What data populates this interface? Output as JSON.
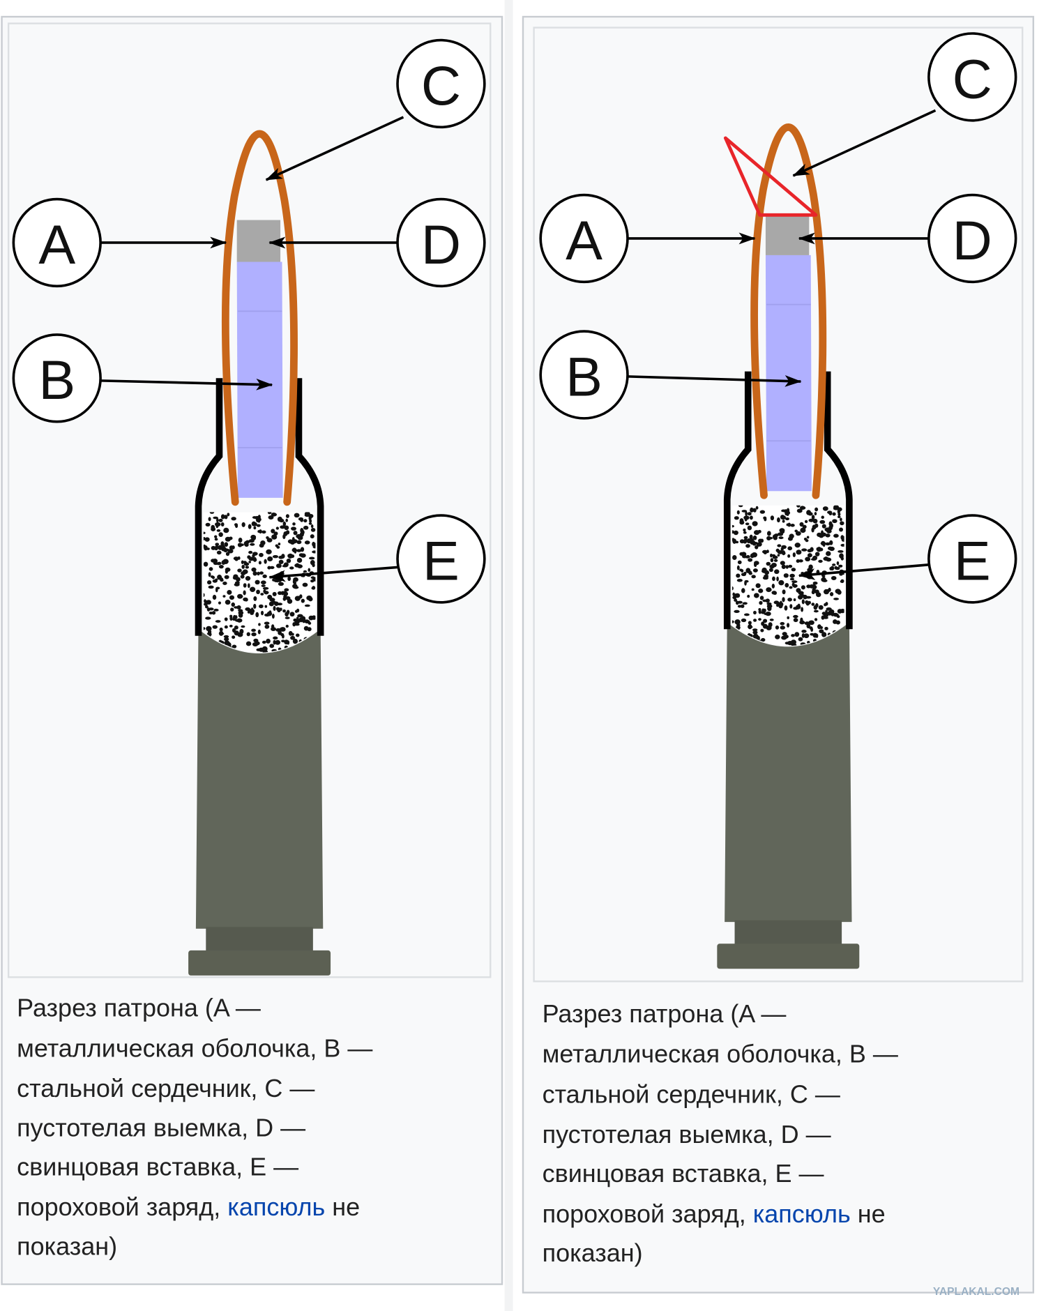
{
  "panels": [
    {
      "variant": "original",
      "labels": {
        "A": "A",
        "B": "B",
        "C": "C",
        "D": "D",
        "E": "E"
      },
      "caption": {
        "lines": [
          "Разрез патрона (A —",
          "металлическая оболочка, B —",
          "стальной сердечник, C —",
          "пустотелая выемка, D —",
          "свинцовая вставка, E —"
        ],
        "line6_prefix": "пороховой заряд, ",
        "line6_link": "капсюль",
        "line6_suffix": " не",
        "line7": "показан)"
      }
    },
    {
      "variant": "annotated",
      "labels": {
        "A": "A",
        "B": "B",
        "C": "C",
        "D": "D",
        "E": "E"
      },
      "caption": {
        "lines": [
          "Разрез патрона (A —",
          "металлическая оболочка, B —",
          "стальной сердечник, C —",
          "пустотелая выемка, D —",
          "свинцовая вставка, E —"
        ],
        "line6_prefix": "пороховой заряд, ",
        "line6_link": "капсюль",
        "line6_suffix": " не",
        "line7": "показан)"
      },
      "annotation_color": "#e8252a"
    }
  ],
  "colors": {
    "jacket": "#c8661a",
    "core": "#b0b0ff",
    "insert": "#a8a8a8",
    "case": "#61665a",
    "link": "#0645ad"
  },
  "watermark": "YAPLAKAL.COM"
}
